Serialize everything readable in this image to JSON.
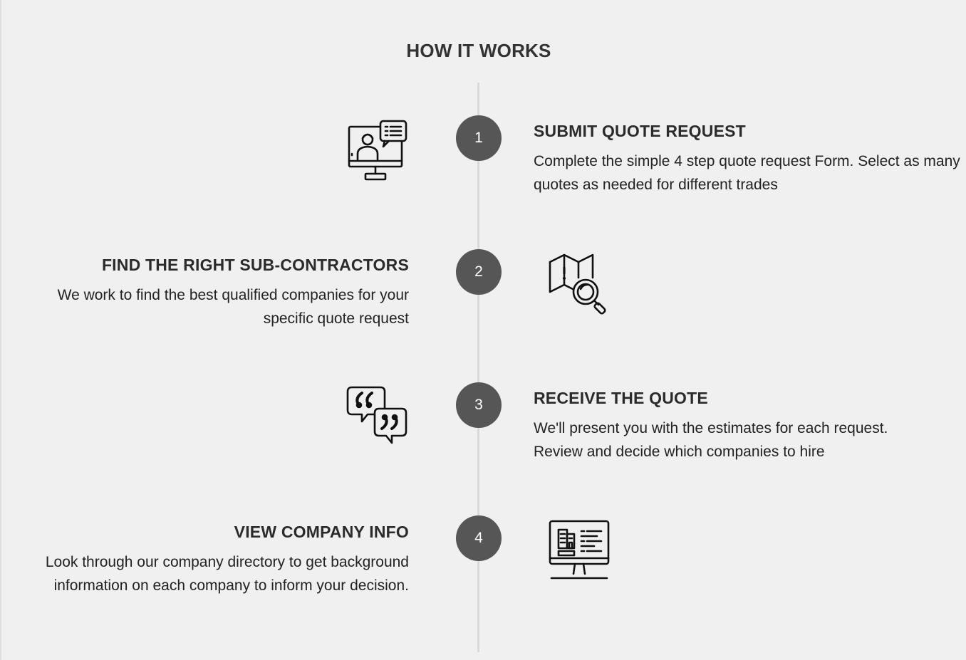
{
  "section": {
    "title": "HOW IT WORKS"
  },
  "steps": [
    {
      "number": "1",
      "heading": "SUBMIT QUOTE REQUEST",
      "description": "Complete the simple 4 step quote request Form. Select as many quotes as needed for different trades",
      "icon": "video-call-chat-icon",
      "side": "right"
    },
    {
      "number": "2",
      "heading": "FIND THE RIGHT SUB-CONTRACTORS",
      "description": "We work to find the best qualified companies for your specific quote request",
      "icon": "map-search-icon",
      "side": "left"
    },
    {
      "number": "3",
      "heading": "RECEIVE THE QUOTE",
      "description": "We'll present you with the estimates for each request. Review and decide which companies to hire",
      "icon": "quote-bubbles-icon",
      "side": "right"
    },
    {
      "number": "4",
      "heading": "VIEW COMPANY INFO",
      "description": "Look through our company directory to get background information on each company to inform your decision.",
      "icon": "company-monitor-icon",
      "side": "left"
    }
  ],
  "colors": {
    "background": "#f0f0f0",
    "circle": "#565656",
    "line": "#d9d9d9",
    "text": "#2b2b2b"
  }
}
